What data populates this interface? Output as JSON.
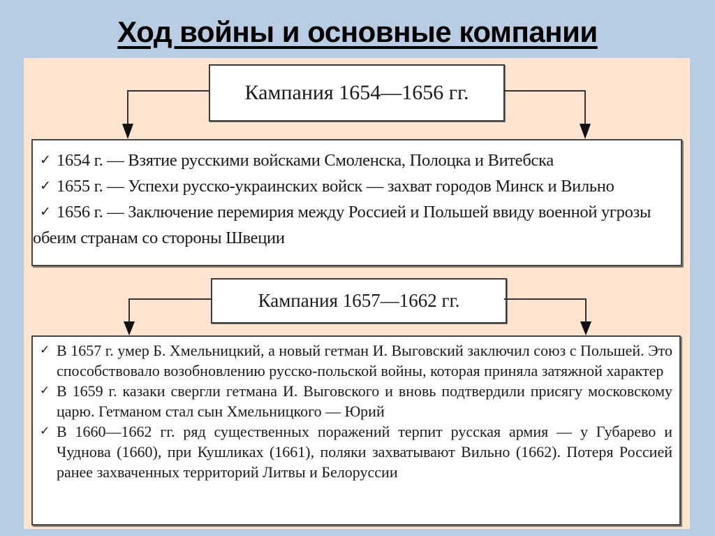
{
  "slide": {
    "title": "Ход войны и основные компании",
    "colors": {
      "background": "#b8cde4",
      "panel": "#fde4d0",
      "box": "#ffffff",
      "border": "#3a3a3a"
    }
  },
  "campaigns": [
    {
      "header": "Кампания 1654—1656 гг.",
      "bullet_icon": "check-mark",
      "items": [
        "1654 г. — Взятие русскими войсками Смоленска, Полоцка и Витебска",
        "1655 г. — Успехи русско-украинских войск — захват городов Минск и Вильно",
        "1656 г. — Заключение перемирия между Россией и Польшей ввиду военной угрозы обеим странам со стороны Швеции"
      ]
    },
    {
      "header": "Кампания 1657—1662 гг.",
      "bullet_icon": "check-mark",
      "items": [
        "В 1657 г. умер Б. Хмельницкий, а новый гетман И. Выговский заключил союз с Польшей. Это способствовало возобновлению русско-польской войны, которая приняла затяжной характер",
        "В 1659 г. казаки свергли гетмана И. Выговского и вновь подтвердили при­сягу московскому царю. Гетманом стал сын Хмельницкого — Юрий",
        "В 1660—1662 гг. ряд существенных поражений терпит русская армия — у Губарево и Чуднова (1660), при Кушликах (1661), поляки захватывают Вильно (1662). Потеря Россией ранее захваченных территорий Литвы и Бе­лоруссии"
      ]
    }
  ],
  "icons": {
    "check": "✓"
  }
}
